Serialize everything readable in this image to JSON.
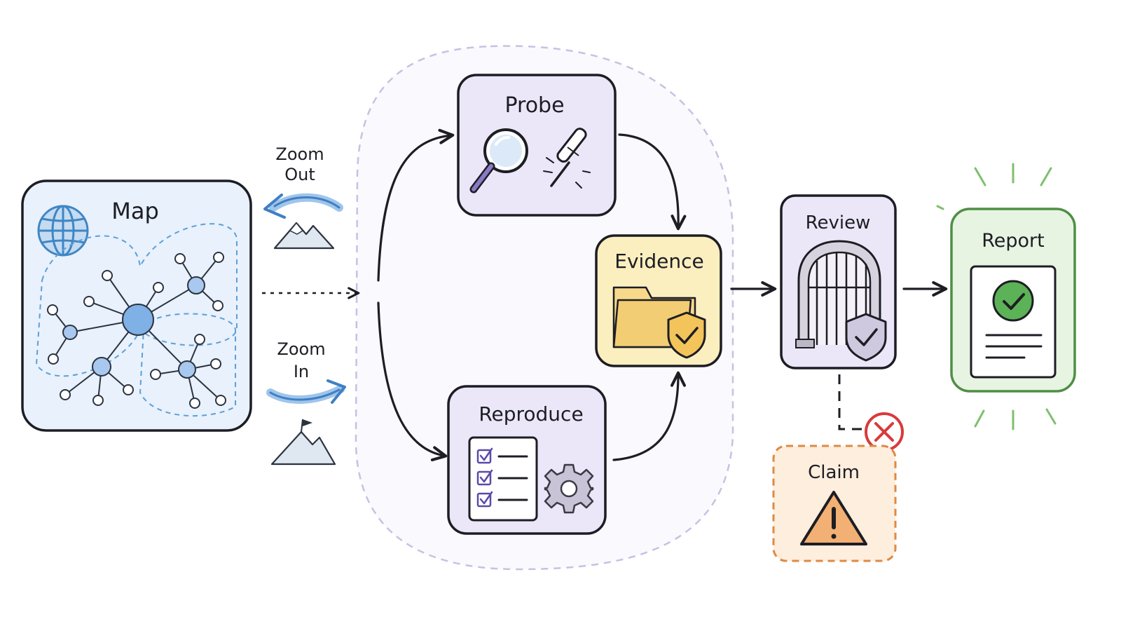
{
  "nodes": {
    "map": "Map",
    "probe": "Probe",
    "reproduce": "Reproduce",
    "evidence": "Evidence",
    "review": "Review",
    "report": "Report",
    "claim": "Claim"
  },
  "labels": {
    "zoom_out_line1": "Zoom",
    "zoom_out_line2": "Out",
    "zoom_in_line1": "Zoom",
    "zoom_in_line2": "In"
  },
  "colors": {
    "map_fill": "#e8f1fc",
    "map_accent": "#3f86c4",
    "network_fill": "#a9c8ef",
    "process_fill": "#ebe7f8",
    "process_group_fill": "#faf9fd",
    "process_group_stroke": "#c9c0e3",
    "evidence_fill": "#fbefbf",
    "folder_fill": "#f7d98b",
    "review_fill": "#ebe7f8",
    "report_fill": "#e7f4e2",
    "report_stroke": "#4f8f45",
    "check_green": "#5cb256",
    "claim_fill": "#fdeedd",
    "claim_stroke": "#de8a43",
    "reject_red": "#d93a3a",
    "ink": "#1d1d24"
  },
  "icons": [
    "globe-icon",
    "network-graph-icon",
    "magnifier-icon",
    "screwdriver-icon",
    "folder-icon",
    "shield-check-icon",
    "checklist-icon",
    "gear-icon",
    "gate-icon",
    "document-check-icon",
    "warning-icon",
    "reject-x-icon",
    "mountain-icon",
    "mountain-flag-icon"
  ]
}
